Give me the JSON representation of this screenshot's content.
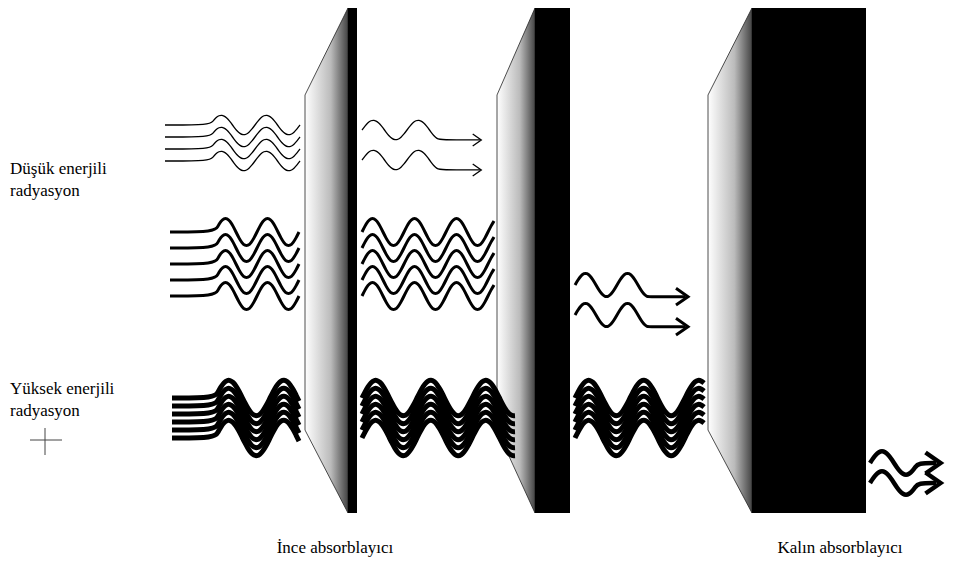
{
  "diagram": {
    "labels": [
      "Düşük enerjili radyasyon",
      "Yüksek enerjili radyasyon",
      "İnce absorblayıcı",
      "Kalın absorblayıcı"
    ]
  }
}
